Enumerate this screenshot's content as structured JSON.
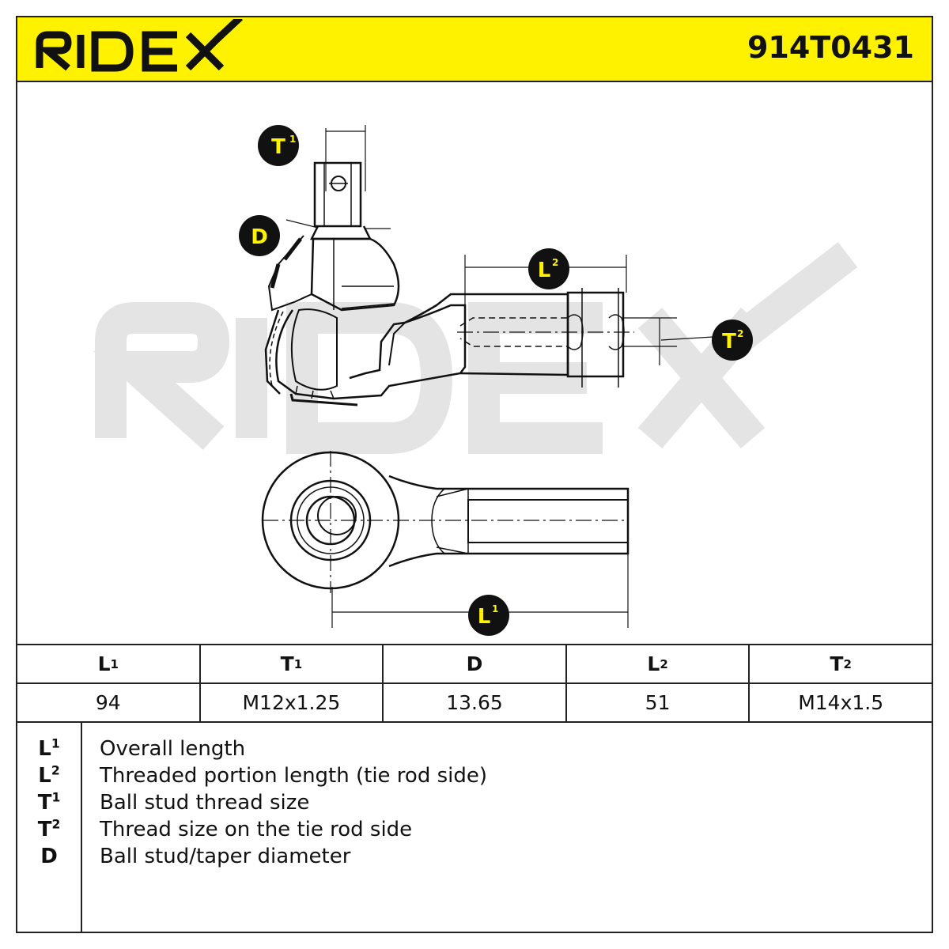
{
  "brand": "RIDEX",
  "part_number": "914T0431",
  "drawing": {
    "watermark": "RIDEX",
    "labels": {
      "t1": {
        "letter": "T",
        "sup": "1"
      },
      "d": {
        "letter": "D",
        "sup": ""
      },
      "l2": {
        "letter": "L",
        "sup": "2"
      },
      "t2": {
        "letter": "T",
        "sup": "2"
      },
      "l1": {
        "letter": "L",
        "sup": "1"
      }
    },
    "marker_color": "#111111",
    "marker_text_color": "#fff200"
  },
  "spec_table": {
    "headers": [
      {
        "key": "L",
        "sup": "1"
      },
      {
        "key": "T",
        "sup": "1"
      },
      {
        "key": "D",
        "sup": ""
      },
      {
        "key": "L",
        "sup": "2"
      },
      {
        "key": "T",
        "sup": "2"
      }
    ],
    "values": [
      "94",
      "M12x1.25",
      "13.65",
      "51",
      "M14x1.5"
    ]
  },
  "legend": [
    {
      "key": "L",
      "sup": "1",
      "desc": "Overall length"
    },
    {
      "key": "L",
      "sup": "2",
      "desc": "Threaded portion length (tie rod side)"
    },
    {
      "key": "T",
      "sup": "1",
      "desc": "Ball stud thread size"
    },
    {
      "key": "T",
      "sup": "2",
      "desc": "Thread size on the tie rod side"
    },
    {
      "key": "D",
      "sup": "",
      "desc": "Ball stud/taper diameter"
    }
  ],
  "colors": {
    "header_bg": "#fff200",
    "line": "#222222",
    "watermark": "#e4e4e4"
  }
}
